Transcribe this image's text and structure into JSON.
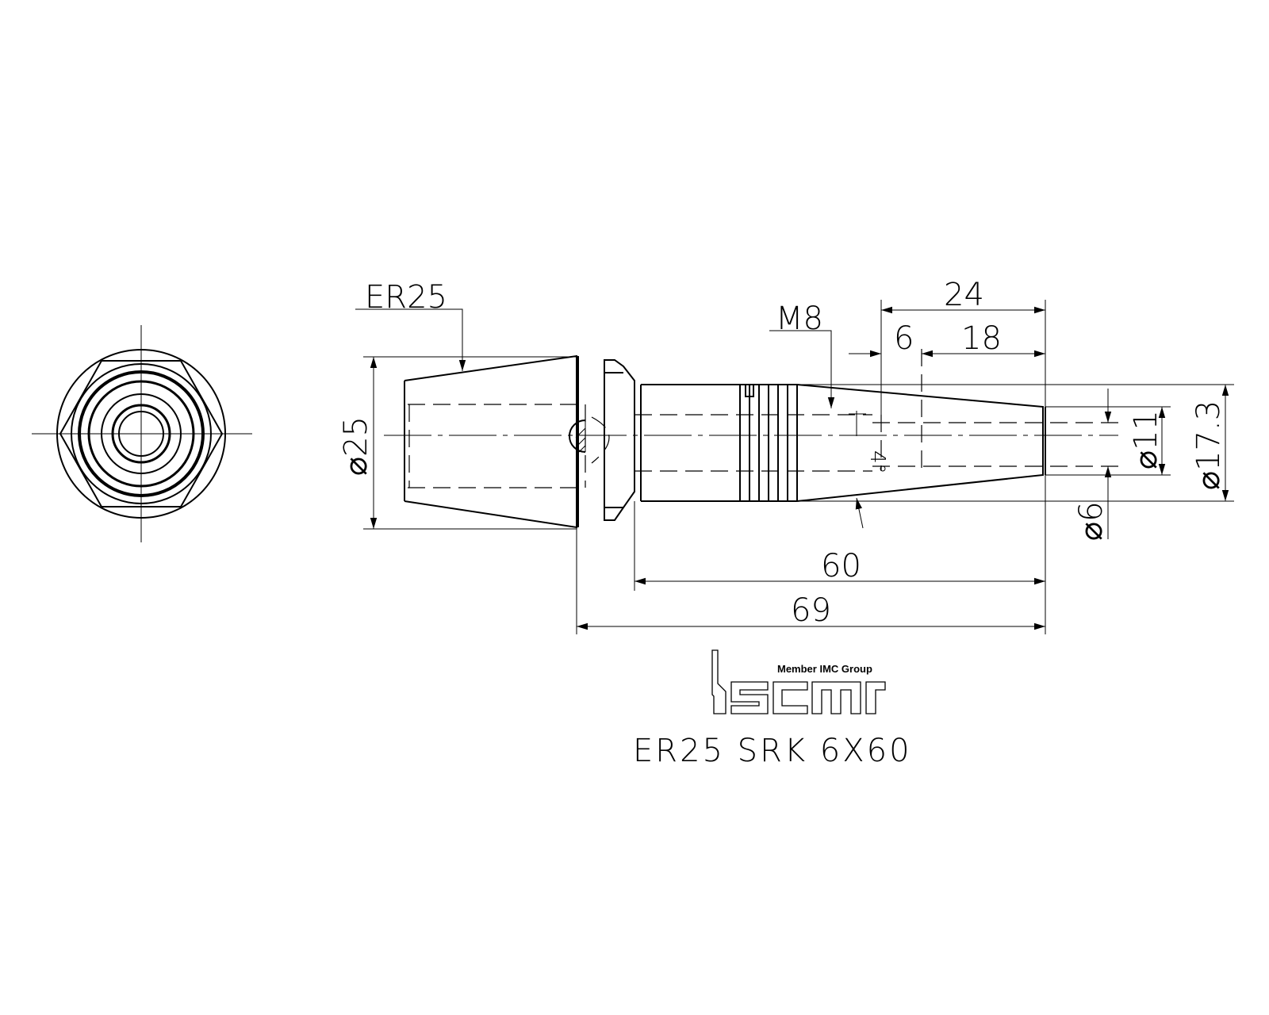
{
  "dimensions": {
    "collet_size": "ER25",
    "thread": "M8",
    "len_24": "24",
    "len_6": "6",
    "len_18": "18",
    "dia_25": "⌀25",
    "dia_11": "⌀11",
    "dia_17_3": "⌀17.3",
    "dia_6": "⌀6",
    "len_60": "60",
    "len_69": "69",
    "angle_mark": "4°"
  },
  "logo": {
    "tagline": "Member IMC Group",
    "brand": "iscar"
  },
  "title": {
    "part_number": "ER25 SRK 6X60"
  }
}
